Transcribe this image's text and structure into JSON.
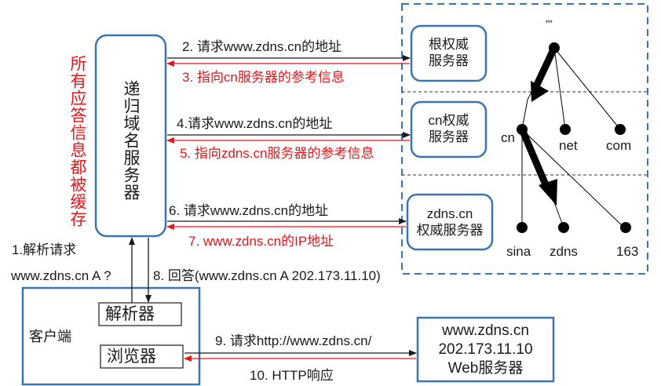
{
  "diagram": {
    "title": "DNS recursive resolution process",
    "colors": {
      "box_border": "#3b75b0",
      "text": "#1a1a1a",
      "response": "#e8141a",
      "dashed_region": "#3b75b0",
      "separator": "#333333"
    },
    "cache_note": "所有应答信息都被缓存",
    "recursive_server": "递归域名服务器",
    "client": {
      "label": "客户端",
      "resolver": "解析器",
      "browser": "浏览器"
    },
    "authoritative_servers": [
      {
        "line1": "根权威",
        "line2": "服务器"
      },
      {
        "line1": "cn权威",
        "line2": "服务器"
      },
      {
        "line1": "zdns.cn",
        "line2": "权威服务器"
      }
    ],
    "web_server": {
      "line1": "www.zdns.cn",
      "line2": "202.173.11.10",
      "line3": "Web服务器"
    },
    "steps": {
      "s1a": "1.解析请求",
      "s1b": "www.zdns.cn A ?",
      "s2": "2. 请求www.zdns.cn的地址",
      "s3": "3. 指向cn服务器的参考信息",
      "s4": "4.请求www.zdns.cn的地址",
      "s5": "5. 指向zdns.cn服务器的参考信息",
      "s6": "6. 请求www.zdns.cn的地址",
      "s7": "7. www.zdns.cn的IP地址",
      "s8": "8. 回答(www.zdns.cn A 202.173.11.10)",
      "s9": "9. 请求http://www.zdns.cn/",
      "s10": "10. HTTP响应"
    },
    "tree": {
      "root_label": "””",
      "level1": [
        "cn",
        "net",
        "com"
      ],
      "level2": [
        "sina",
        "zdns",
        "163"
      ]
    }
  }
}
